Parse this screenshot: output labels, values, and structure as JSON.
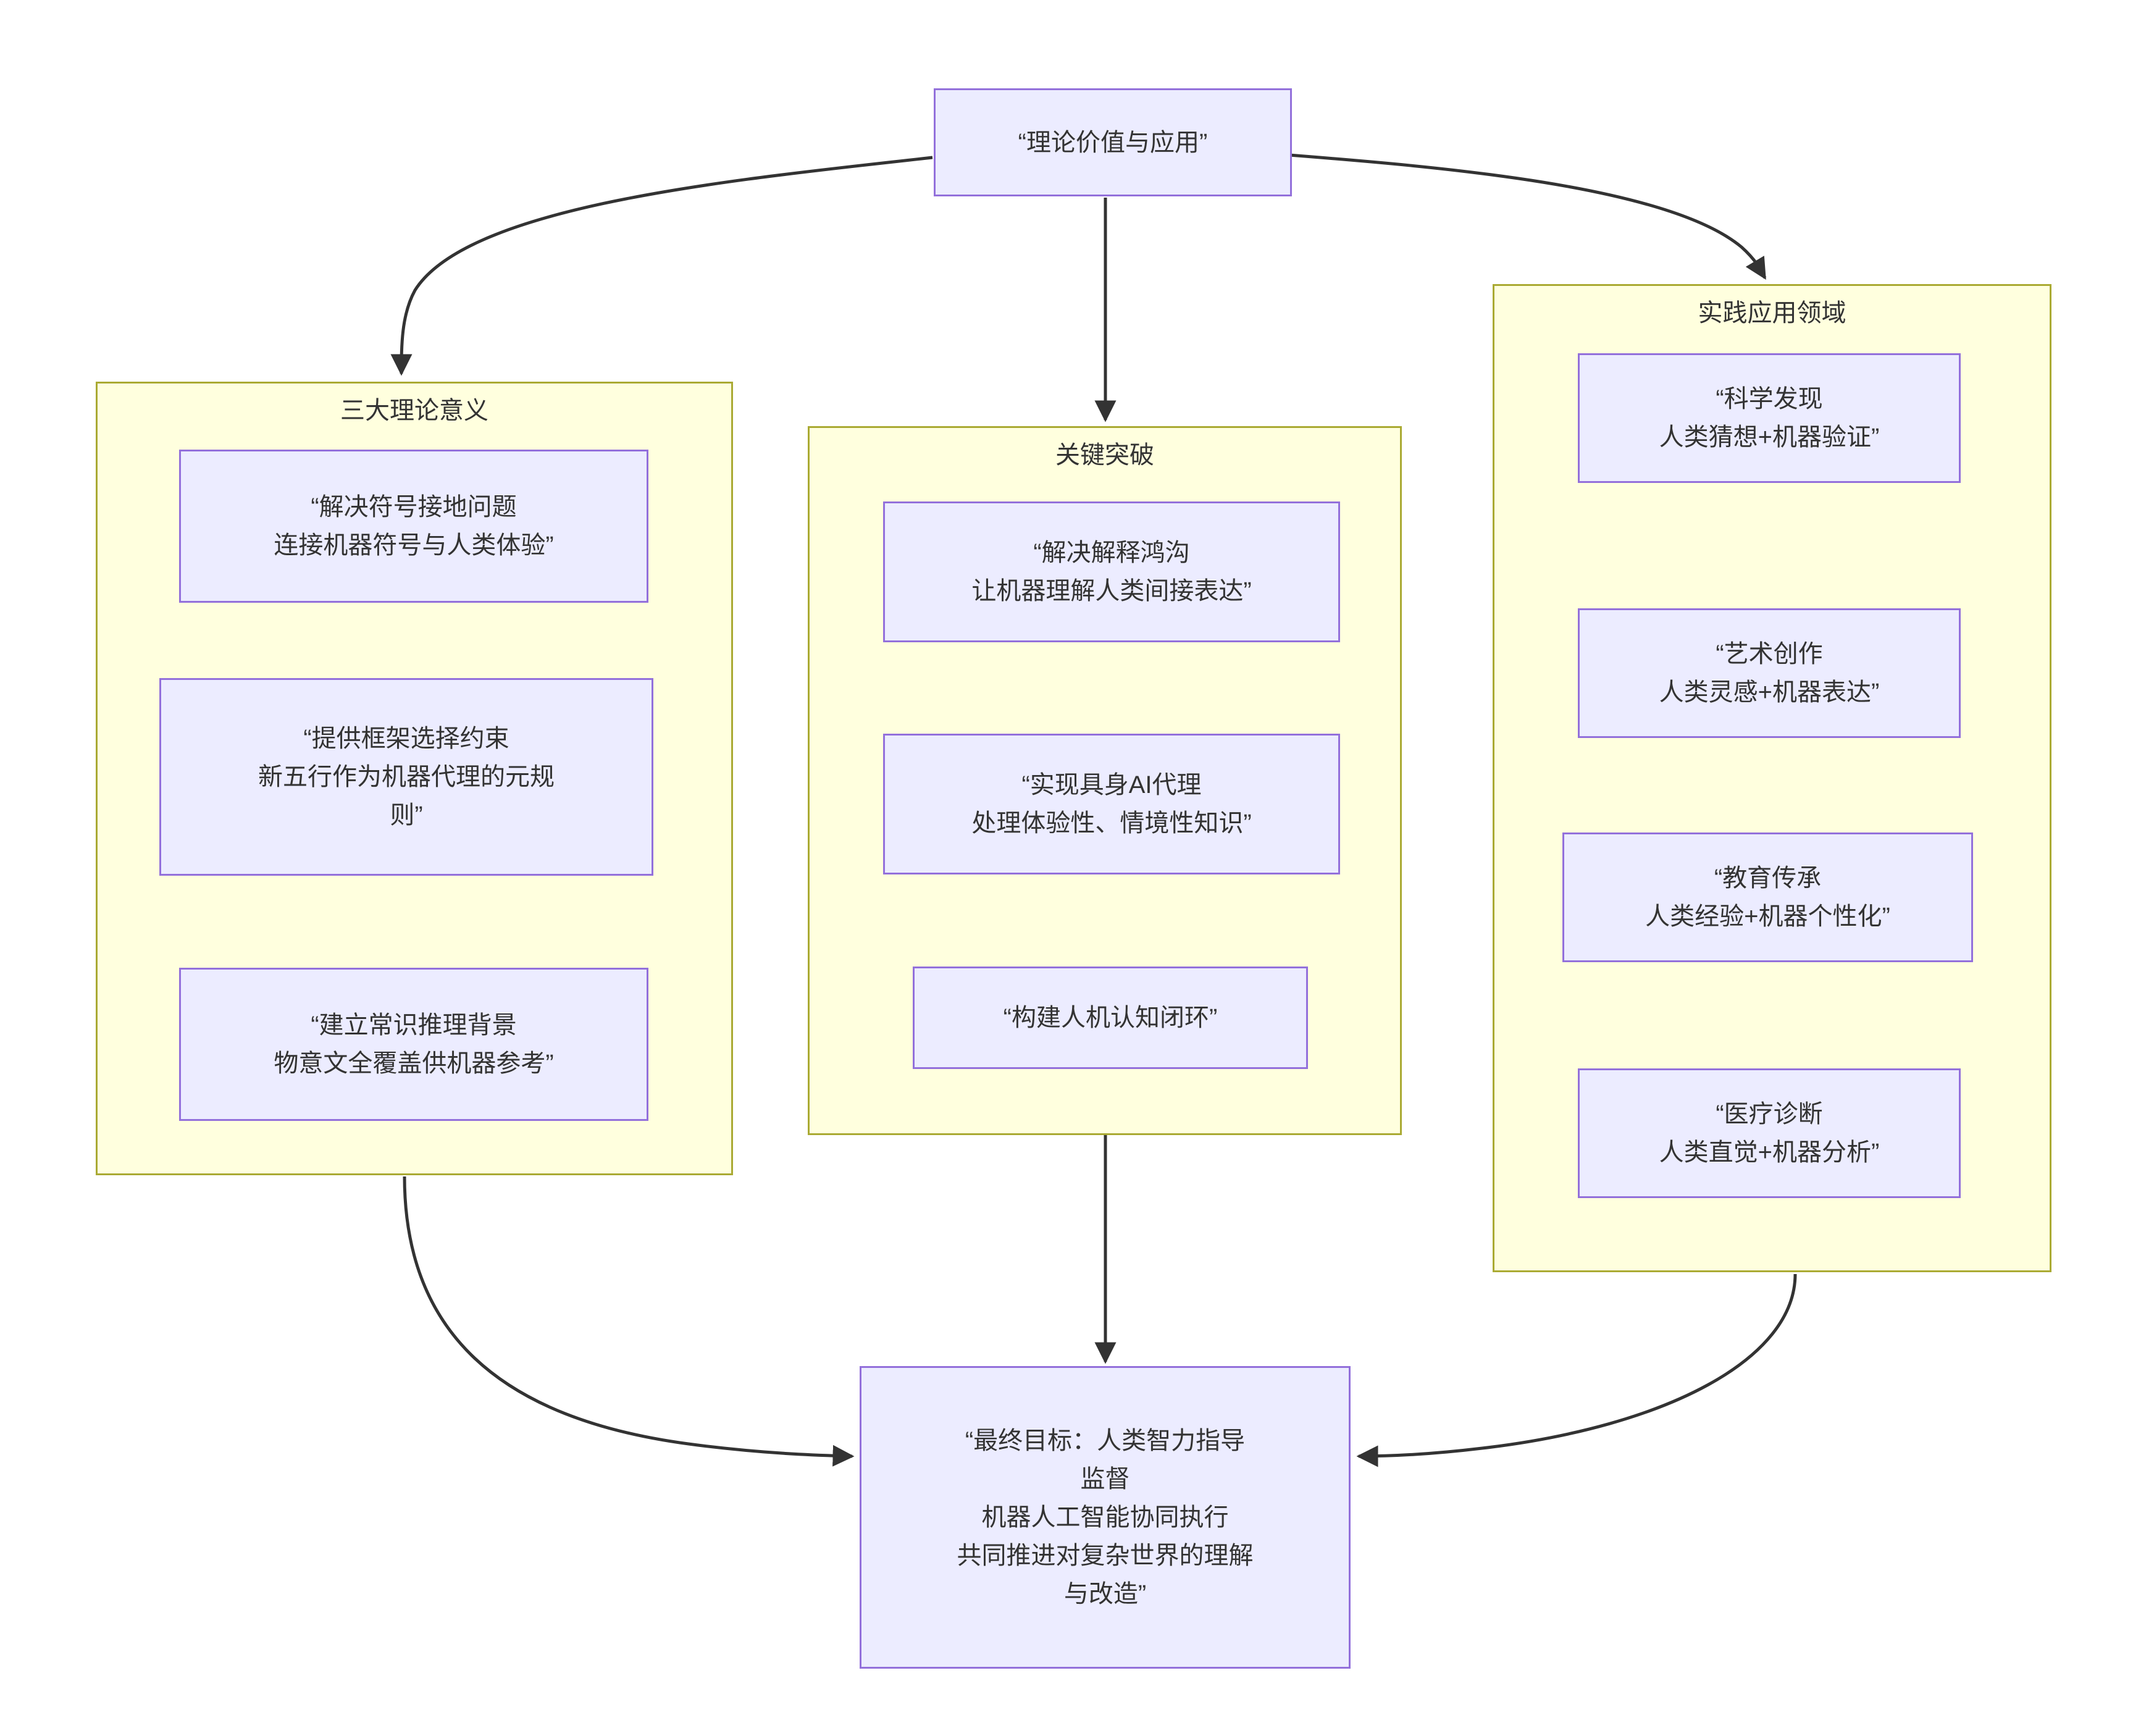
{
  "diagram": {
    "type": "flowchart",
    "direction": "top-down",
    "colors": {
      "node_fill": "#ececff",
      "node_border": "#9370db",
      "cluster_fill": "#ffffde",
      "cluster_border": "#aaaa33",
      "edge": "#333333",
      "text": "#333333",
      "background": "#ffffff"
    },
    "root": {
      "id": "root",
      "label": "“理论价值与应用”",
      "lines": [
        "“理论价值与应用”"
      ]
    },
    "clusters": [
      {
        "id": "cluster-theory",
        "title": "三大理论意义",
        "nodes": [
          {
            "id": "theory-1",
            "lines": [
              "“解决符号接地问题",
              "连接机器符号与人类体验”"
            ]
          },
          {
            "id": "theory-2",
            "lines": [
              "“提供框架选择约束",
              "新五行作为机器代理的元规",
              "则”"
            ]
          },
          {
            "id": "theory-3",
            "lines": [
              "“建立常识推理背景",
              "物意文全覆盖供机器参考”"
            ]
          }
        ]
      },
      {
        "id": "cluster-breakthrough",
        "title": "关键突破",
        "nodes": [
          {
            "id": "break-1",
            "lines": [
              "“解决解释鸿沟",
              "让机器理解人类间接表达”"
            ]
          },
          {
            "id": "break-2",
            "lines": [
              "“实现具身AI代理",
              "处理体验性、情境性知识”"
            ]
          },
          {
            "id": "break-3",
            "lines": [
              "“构建人机认知闭环”"
            ]
          }
        ]
      },
      {
        "id": "cluster-application",
        "title": "实践应用领域",
        "nodes": [
          {
            "id": "app-1",
            "lines": [
              "“科学发现",
              "人类猜想+机器验证”"
            ]
          },
          {
            "id": "app-2",
            "lines": [
              "“艺术创作",
              "人类灵感+机器表达”"
            ]
          },
          {
            "id": "app-3",
            "lines": [
              "“教育传承",
              "人类经验+机器个性化”"
            ]
          },
          {
            "id": "app-4",
            "lines": [
              "“医疗诊断",
              "人类直觉+机器分析”"
            ]
          }
        ]
      }
    ],
    "goal": {
      "id": "goal",
      "lines": [
        "“最终目标：人类智力指导",
        "监督",
        "机器人工智能协同执行",
        "共同推进对复杂世界的理解",
        "与改造”"
      ]
    },
    "edges": [
      {
        "from": "root",
        "to": "cluster-theory"
      },
      {
        "from": "root",
        "to": "cluster-breakthrough"
      },
      {
        "from": "root",
        "to": "cluster-application"
      },
      {
        "from": "cluster-theory",
        "to": "goal"
      },
      {
        "from": "cluster-breakthrough",
        "to": "goal"
      },
      {
        "from": "cluster-application",
        "to": "goal"
      }
    ]
  }
}
